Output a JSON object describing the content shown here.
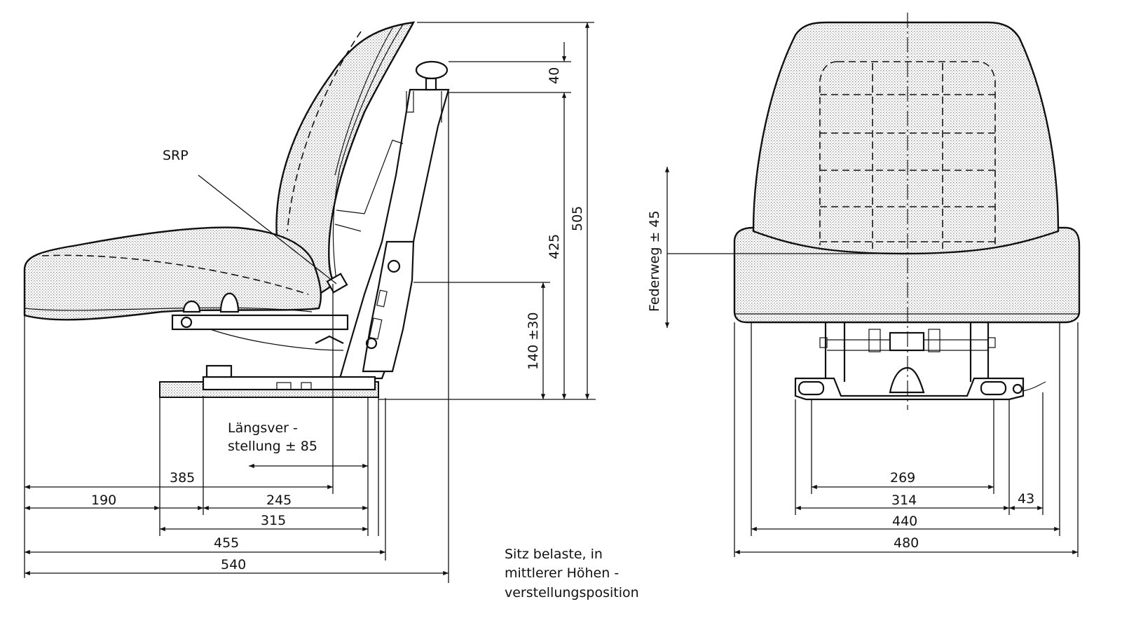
{
  "side_view": {
    "srp_label": "SRP",
    "adjustment_label_line1": "Längsver -",
    "adjustment_label_line2": "stellung ± 85",
    "dimensions": {
      "d385": "385",
      "d190": "190",
      "d245": "245",
      "d315": "315",
      "d455": "455",
      "d540": "540",
      "d40": "40",
      "d425": "425",
      "d505": "505",
      "d140": "140 ±30"
    }
  },
  "front_view": {
    "suspension_label": "Federweg ± 45",
    "dimensions": {
      "d269": "269",
      "d314": "314",
      "d43": "43",
      "d440": "440",
      "d480": "480"
    }
  },
  "note": {
    "line1": "Sitz  belaste, in",
    "line2": "mittlerer  Höhen -",
    "line3": "verstellungsposition"
  }
}
